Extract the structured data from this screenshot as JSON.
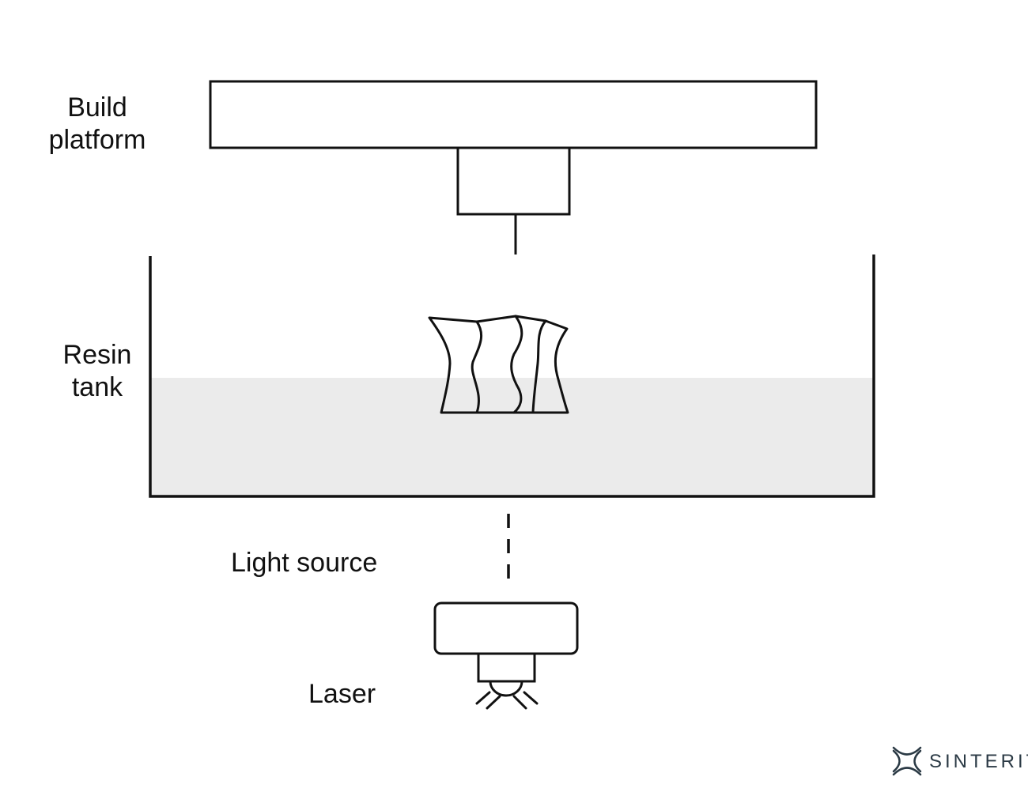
{
  "labels": {
    "build_platform": [
      "Build",
      "platform"
    ],
    "resin_tank": [
      "Resin",
      "tank"
    ],
    "light_source": "Light source",
    "laser": "Laser"
  },
  "logo": {
    "text": "SINTERIT",
    "icon": "sinterit-logo-icon"
  },
  "colors": {
    "stroke": "#111111",
    "resin_fill": "#ebebeb",
    "logo": "#2b3a45"
  }
}
